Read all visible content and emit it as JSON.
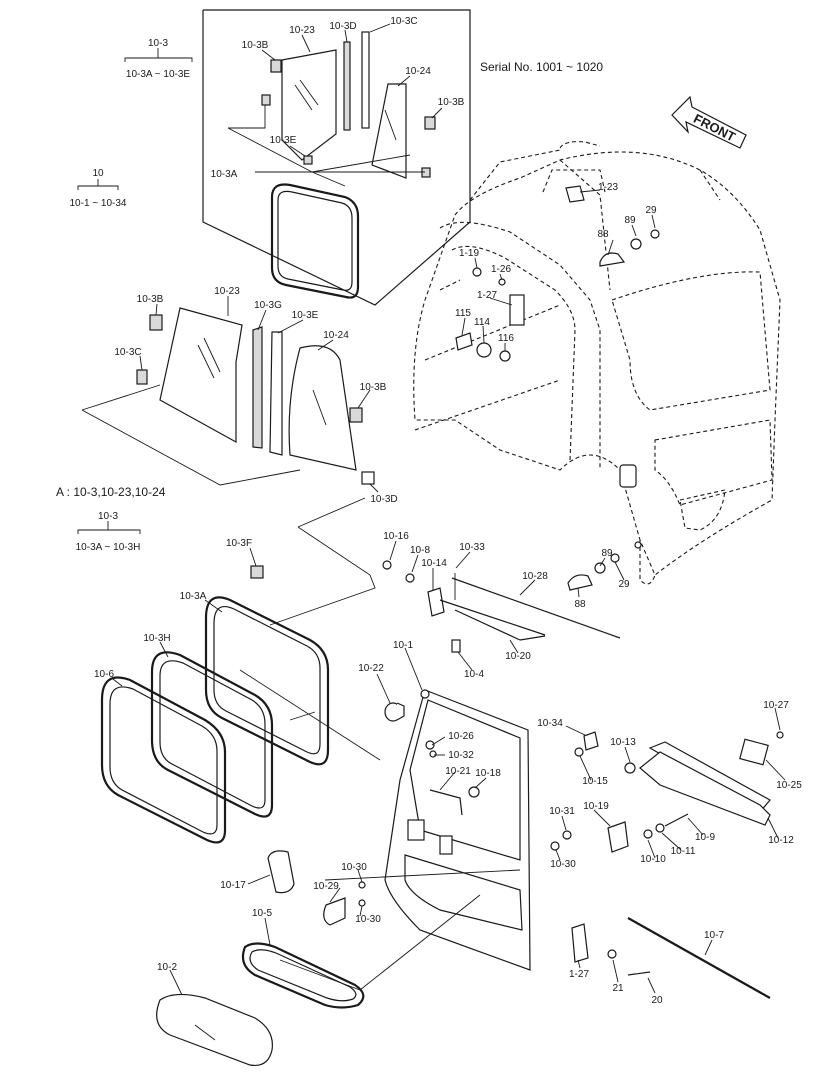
{
  "serial": "Serial No. 1001 ~ 1020",
  "front": "FRONT",
  "legend_a": "A : 10-3,10-23,10-24",
  "trees": {
    "t1_top": "10-3",
    "t1_bot": "10-3A ~ 10-3E",
    "t2_top": "10",
    "t2_bot": "10-1 ~ 10-34",
    "t3_top": "10-3",
    "t3_bot": "10-3A ~ 10-3H"
  },
  "callouts": {
    "c001": "10-23",
    "c002": "10-3D",
    "c003": "10-3C",
    "c004": "10-3B",
    "c005": "10-24",
    "c006": "10-3B",
    "c007": "10-3E",
    "c008": "10-3A",
    "c009": "1-23",
    "c010": "89",
    "c011": "29",
    "c012": "88",
    "c013": "1-19",
    "c014": "1-26",
    "c015": "1-27",
    "c016": "115",
    "c017": "114",
    "c018": "116",
    "c019": "10-3B",
    "c020": "10-23",
    "c021": "10-3G",
    "c022": "10-3E",
    "c023": "10-24",
    "c024": "10-3C",
    "c025": "10-3B",
    "c026": "10-3D",
    "c027": "10-3F",
    "c028": "10-3A",
    "c029": "10-3H",
    "c030": "10-6",
    "c031": "10-16",
    "c032": "10-8",
    "c033": "10-14",
    "c034": "10-33",
    "c035": "10-28",
    "c036": "89",
    "c037": "29",
    "c038": "88",
    "c039": "10-20",
    "c040": "10-4",
    "c041": "10-1",
    "c042": "10-22",
    "c043": "10-34",
    "c044": "10-13",
    "c045": "10-27",
    "c046": "10-25",
    "c047": "10-26",
    "c048": "10-32",
    "c049": "10-21",
    "c050": "10-18",
    "c051": "10-15",
    "c052": "10-31",
    "c053": "10-19",
    "c054": "10-30",
    "c055": "10-10",
    "c056": "10-11",
    "c057": "10-9",
    "c058": "10-12",
    "c059": "10-17",
    "c060": "10-30",
    "c061": "10-29",
    "c062": "10-30",
    "c063": "10-5",
    "c064": "10-2",
    "c065": "10-7",
    "c066": "1-27",
    "c067": "21",
    "c068": "20"
  }
}
